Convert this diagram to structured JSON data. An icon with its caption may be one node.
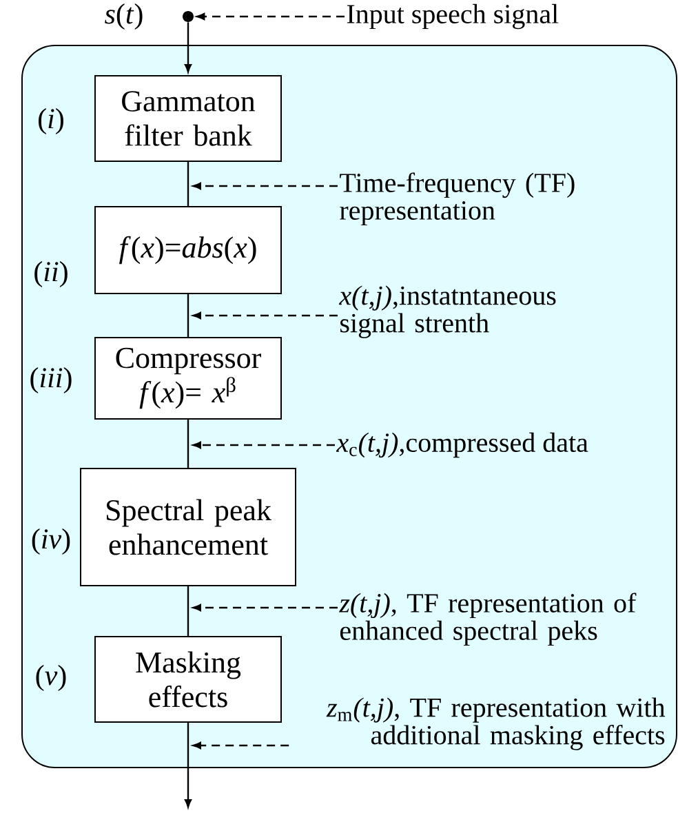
{
  "diagram": {
    "nodes": [
      {
        "text": [],
        "shape": "box"
      },
      {
        "text": [],
        "shape": "circle",
        "beside": [
          "*s*(*t*)"
        ]
      },
      {
        "text": [
          "Gammaton filter bank"
        ],
        "in": 0,
        "beside": [
          "(*i*)"
        ]
      },
      {
        "text": [
          "*f*(*x*)=*abs*(*x*)"
        ],
        "in": 0,
        "beside": [
          "(*ii*)"
        ]
      },
      {
        "text": [
          "Compressor",
          "*f*(*x*)= *x*$^{β}$"
        ],
        "in": 0,
        "beside": [
          "(*iii*)"
        ]
      },
      {
        "text": [
          "Spectral peak enhancement"
        ],
        "in": 0,
        "beside": [
          "(*iv*)"
        ]
      },
      {
        "text": [
          "Masking effects"
        ],
        "in": 0,
        "beside": [
          "(*v*)"
        ]
      },
      {
        "text": [
          "Input speech signal"
        ]
      },
      {
        "text": [
          "Time-frequency (TF) representation"
        ],
        "in": 0
      },
      {
        "text": [
          "*x(t,j)*,instatntaneous signal strenth"
        ],
        "in": 0
      },
      {
        "text": [
          "*x*$_{c}$*(t,j)*,compressed data"
        ],
        "in": 0
      },
      {
        "text": [
          "*z(t,j)*, TF representation of enhanced spectral peks"
        ],
        "in": 0
      },
      {
        "text": [
          "*z*$_{m}$*(t,j)*, TF representation with additional masking effects"
        ],
        "in": 0
      }
    ],
    "edges": [
      {
        "from": 1,
        "to": 2,
        "arrow": "to"
      },
      {
        "from": 2,
        "to": 3,
        "arrow": "none"
      },
      {
        "from": 3,
        "to": 4,
        "arrow": "none"
      },
      {
        "from": 4,
        "to": 5,
        "arrow": "none"
      },
      {
        "from": 5,
        "to": 6,
        "arrow": "none"
      },
      {
        "from": 6,
        "to": null,
        "arrow": "to"
      },
      {
        "from": 7,
        "to": 1,
        "arrow": "to",
        "style": "dashed"
      },
      {
        "from": 8,
        "to": null,
        "arrow": "to",
        "style": "dashed"
      },
      {
        "from": 9,
        "to": null,
        "arrow": "to",
        "style": "dashed"
      },
      {
        "from": 10,
        "to": null,
        "arrow": "to",
        "style": "dashed"
      },
      {
        "from": 11,
        "to": null,
        "arrow": "to",
        "style": "dashed"
      },
      {
        "from": 12,
        "to": null,
        "arrow": "to",
        "style": "dashed"
      }
    ]
  }
}
